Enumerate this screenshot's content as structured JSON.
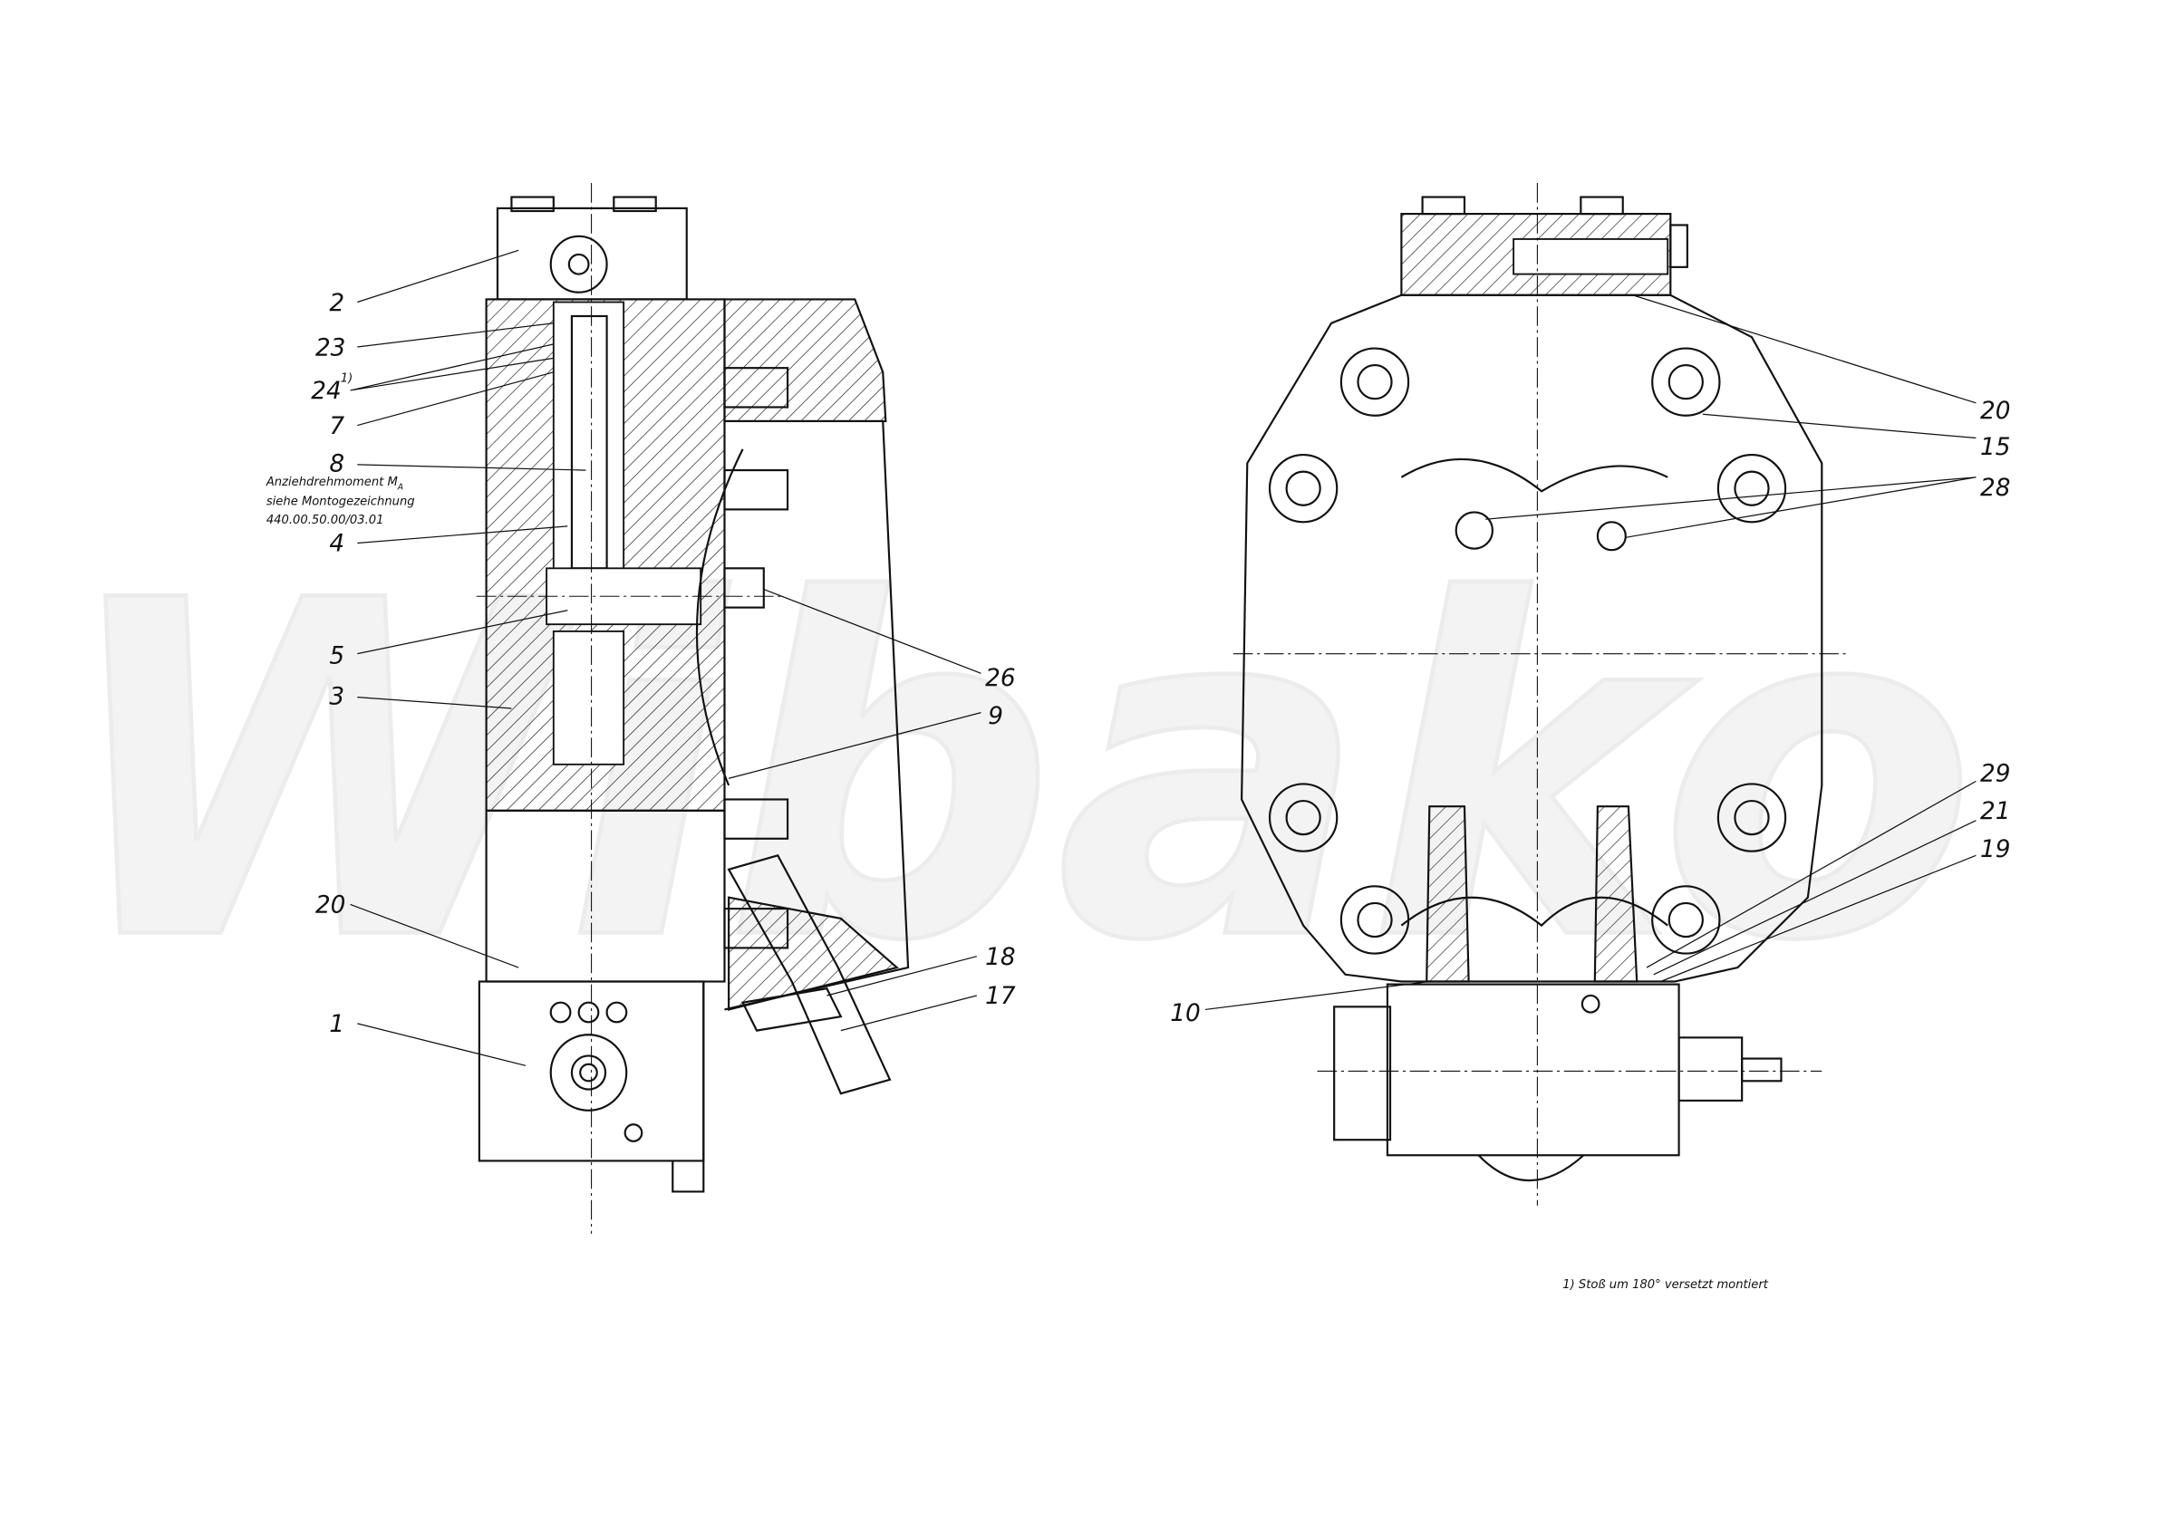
{
  "watermark": "Wibako",
  "left_view": {
    "labels": [
      "2",
      "23",
      "24",
      "7",
      "8",
      "4",
      "5",
      "3",
      "20",
      "1",
      "26",
      "9",
      "18",
      "17"
    ],
    "footnote_marker": "1)",
    "annotation": [
      "Anziehdrehmoment M",
      "A",
      "siehe Montogezeichnung",
      "440.00.50.00/03.01"
    ]
  },
  "right_view": {
    "labels": [
      "20",
      "15",
      "28",
      "29",
      "21",
      "19",
      "10"
    ]
  },
  "footnote": "1) Stoß um 180° versetzt montiert"
}
